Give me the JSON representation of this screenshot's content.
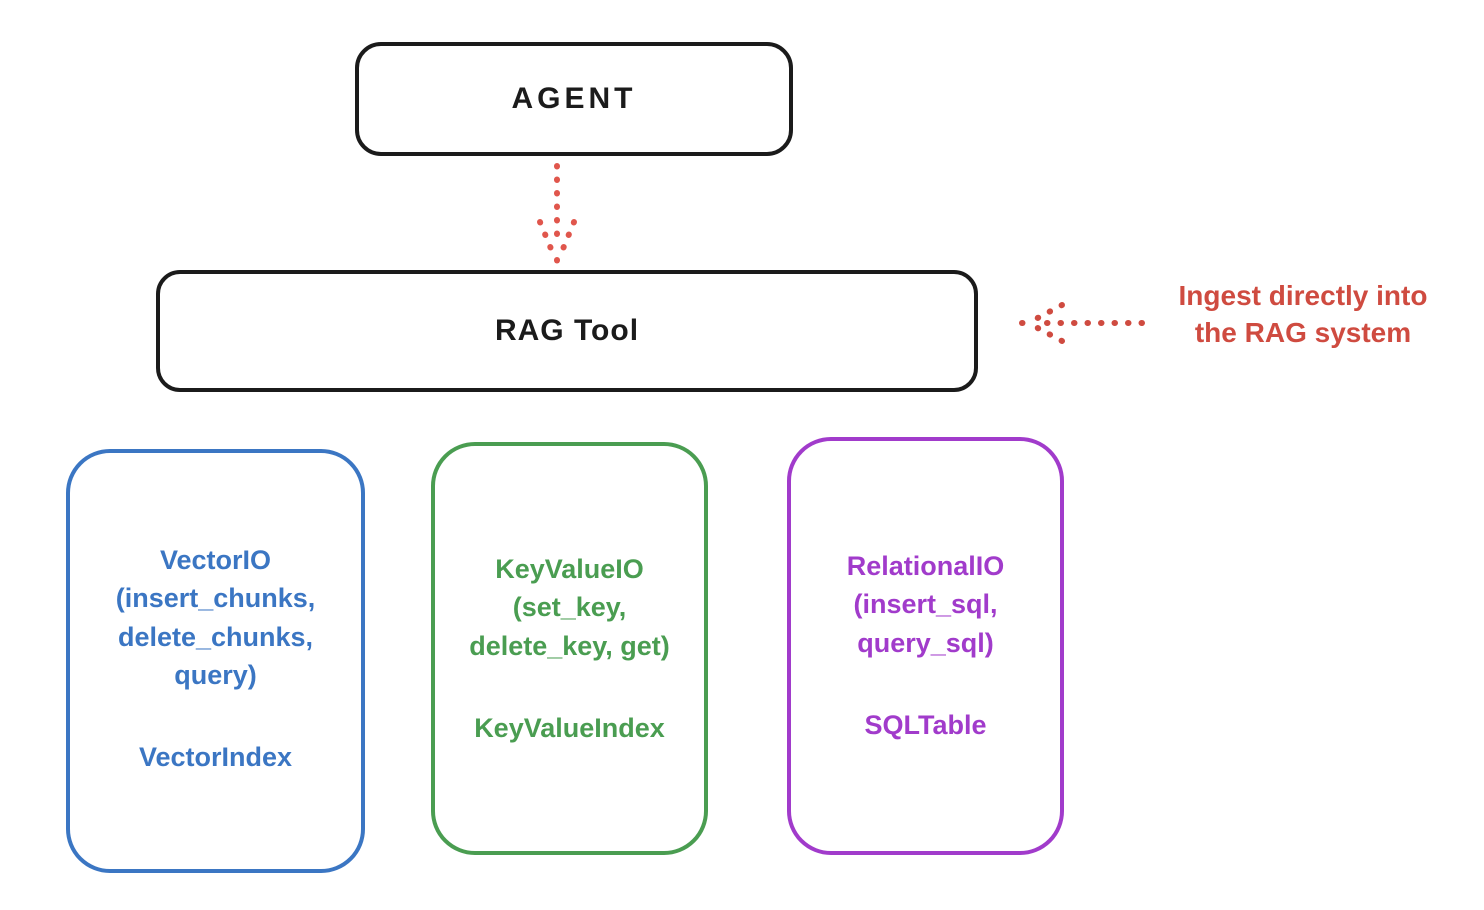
{
  "agent_box": {
    "label": "AGENT",
    "border_color": "#1b1b1b"
  },
  "rag_box": {
    "label": "RAG Tool",
    "border_color": "#1b1b1b"
  },
  "annotation": {
    "text_line1": "Ingest directly into",
    "text_line2": "the RAG system",
    "color": "#cf4b40"
  },
  "arrows": {
    "agent_to_rag": {
      "style": "dotted",
      "direction": "down",
      "color": "#e0564c"
    },
    "annotation_to_rag": {
      "style": "dotted",
      "direction": "left",
      "color": "#cf4b40"
    }
  },
  "io_boxes": [
    {
      "body": "VectorIO\n(insert_chunks,\ndelete_chunks,\nquery)",
      "footer": "VectorIndex",
      "color": "#3b76c3"
    },
    {
      "body": "KeyValueIO\n(set_key,\ndelete_key, get)",
      "footer": "KeyValueIndex",
      "color": "#4a9d51"
    },
    {
      "body": "RelationalIO\n(insert_sql,\nquery_sql)",
      "footer": "SQLTable",
      "color": "#a13bcb"
    }
  ]
}
